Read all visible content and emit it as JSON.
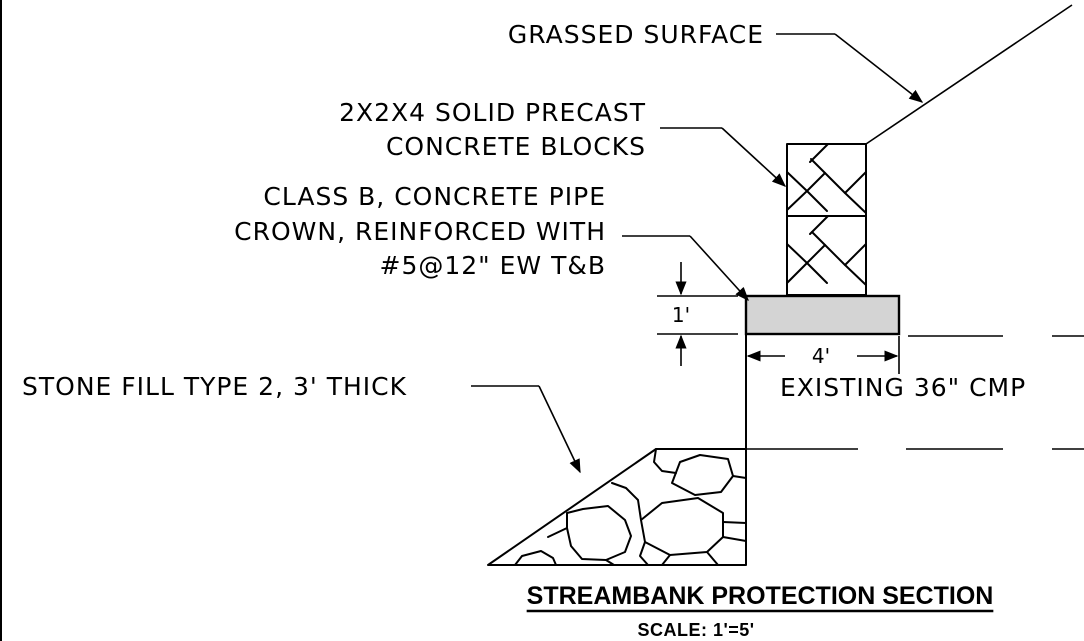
{
  "labels": {
    "grassed_surface": "GRASSED SURFACE",
    "blocks_line1": "2X2X4 SOLID PRECAST",
    "blocks_line2": "CONCRETE BLOCKS",
    "crown_line1": "CLASS B, CONCRETE PIPE",
    "crown_line2": "CROWN, REINFORCED WITH",
    "crown_line3": "#5@12\" EW T&B",
    "stone_fill": "STONE FILL TYPE 2, 3' THICK",
    "existing_pipe": "EXISTING 36\" CMP"
  },
  "dimensions": {
    "height": "1'",
    "width": "4'"
  },
  "title": "STREAMBANK PROTECTION SECTION",
  "scale": "SCALE: 1'=5'",
  "colors": {
    "line": "#000000",
    "crown_fill": "#d4d4d4",
    "background": "#ffffff"
  }
}
